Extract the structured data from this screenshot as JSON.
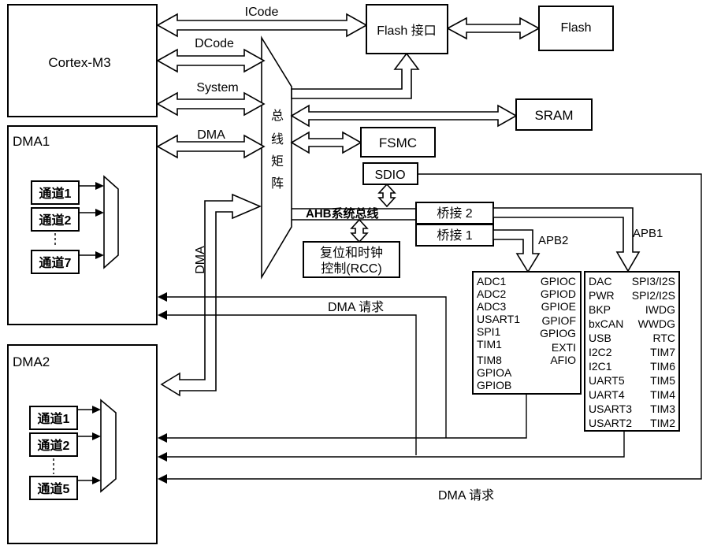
{
  "cpu": {
    "label": "Cortex-M3"
  },
  "dma1": {
    "title": "DMA1",
    "channels": [
      "通道1",
      "通道2",
      "通道7"
    ]
  },
  "dma2": {
    "title": "DMA2",
    "channels": [
      "通道1",
      "通道2",
      "通道5"
    ]
  },
  "buses": {
    "icode": "ICode",
    "dcode": "DCode",
    "system": "System",
    "dma": "DMA",
    "dma_vertical": "DMA"
  },
  "bus_matrix": {
    "label": "总线矩阵"
  },
  "flash_interface": {
    "label": "Flash 接口"
  },
  "flash": {
    "label": "Flash"
  },
  "sram": {
    "label": "SRAM"
  },
  "fsmc": {
    "label": "FSMC"
  },
  "sdio": {
    "label": "SDIO"
  },
  "ahb": {
    "label": "AHB系统总线"
  },
  "bridge2": {
    "label": "桥接 2"
  },
  "bridge1": {
    "label": "桥接 1"
  },
  "rcc": {
    "line1": "复位和时钟",
    "line2": "控制(RCC)"
  },
  "apb2": {
    "label": "APB2",
    "left": [
      "ADC1",
      "ADC2",
      "ADC3",
      "USART1",
      "SPI1",
      "TIM1",
      "TIM8",
      "GPIOA",
      "GPIOB"
    ],
    "right": [
      "GPIOC",
      "GPIOD",
      "GPIOE",
      "GPIOF",
      "GPIOG",
      "EXTI",
      "AFIO"
    ]
  },
  "apb1": {
    "label": "APB1",
    "left": [
      "DAC",
      "PWR",
      "BKP",
      "bxCAN",
      "USB",
      "I2C2",
      "I2C1",
      "UART5",
      "UART4",
      "USART3",
      "USART2"
    ],
    "right": [
      "SPI3/I2S",
      "SPI2/I2S",
      "IWDG",
      "WWDG",
      "RTC",
      "TIM7",
      "TIM6",
      "TIM5",
      "TIM4",
      "TIM3",
      "TIM2"
    ]
  },
  "dma_request_1": "DMA 请求",
  "dma_request_2": "DMA 请求"
}
